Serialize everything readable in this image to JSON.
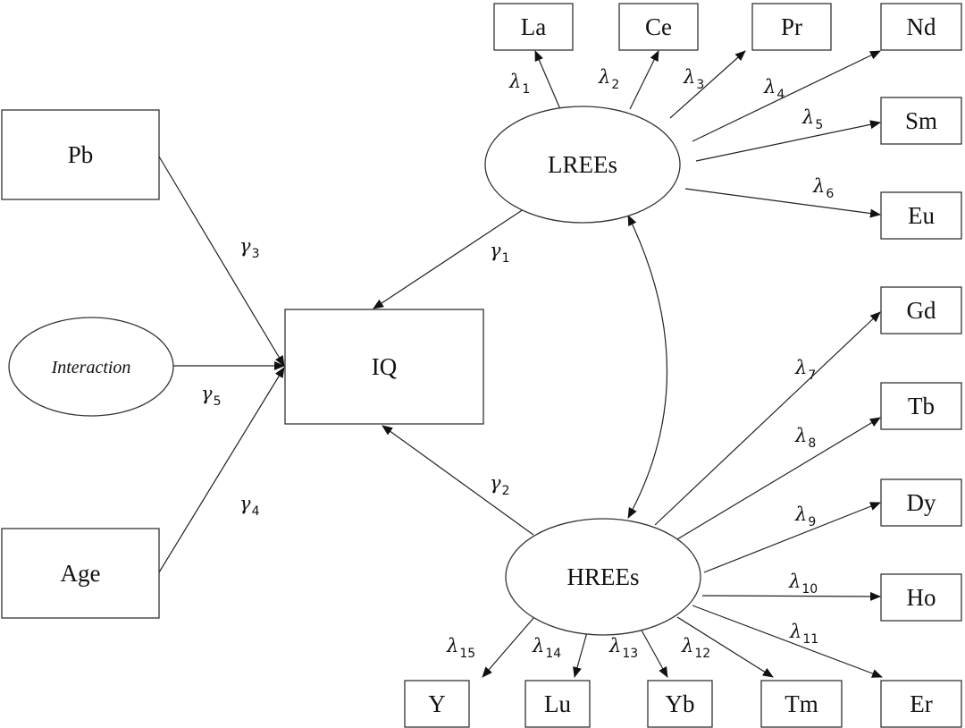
{
  "diagram": {
    "type": "structural equation model path diagram",
    "nodes": {
      "Pb": {
        "label": "Pb",
        "shape": "rectangle"
      },
      "Interaction": {
        "label": "Interaction",
        "shape": "ellipse",
        "italic": true
      },
      "Age": {
        "label": "Age",
        "shape": "rectangle"
      },
      "IQ": {
        "label": "IQ",
        "shape": "rectangle"
      },
      "LREEs": {
        "label": "LREEs",
        "shape": "ellipse"
      },
      "HREEs": {
        "label": "HREEs",
        "shape": "ellipse"
      },
      "La": {
        "label": "La",
        "shape": "rectangle"
      },
      "Ce": {
        "label": "Ce",
        "shape": "rectangle"
      },
      "Pr": {
        "label": "Pr",
        "shape": "rectangle"
      },
      "Nd": {
        "label": "Nd",
        "shape": "rectangle"
      },
      "Sm": {
        "label": "Sm",
        "shape": "rectangle"
      },
      "Eu": {
        "label": "Eu",
        "shape": "rectangle"
      },
      "Gd": {
        "label": "Gd",
        "shape": "rectangle"
      },
      "Tb": {
        "label": "Tb",
        "shape": "rectangle"
      },
      "Dy": {
        "label": "Dy",
        "shape": "rectangle"
      },
      "Ho": {
        "label": "Ho",
        "shape": "rectangle"
      },
      "Er": {
        "label": "Er",
        "shape": "rectangle"
      },
      "Tm": {
        "label": "Tm",
        "shape": "rectangle"
      },
      "Yb": {
        "label": "Yb",
        "shape": "rectangle"
      },
      "Lu": {
        "label": "Lu",
        "shape": "rectangle"
      },
      "Y": {
        "label": "Y",
        "shape": "rectangle"
      }
    },
    "edges": [
      {
        "from": "LREEs",
        "to": "IQ",
        "symbol": "γ",
        "index": "1"
      },
      {
        "from": "HREEs",
        "to": "IQ",
        "symbol": "γ",
        "index": "2"
      },
      {
        "from": "Pb",
        "to": "IQ",
        "symbol": "γ",
        "index": "3"
      },
      {
        "from": "Age",
        "to": "IQ",
        "symbol": "γ",
        "index": "4"
      },
      {
        "from": "Interaction",
        "to": "IQ",
        "symbol": "γ",
        "index": "5"
      },
      {
        "from": "LREEs",
        "to": "La",
        "symbol": "λ",
        "index": "1"
      },
      {
        "from": "LREEs",
        "to": "Ce",
        "symbol": "λ",
        "index": "2"
      },
      {
        "from": "LREEs",
        "to": "Pr",
        "symbol": "λ",
        "index": "3"
      },
      {
        "from": "LREEs",
        "to": "Nd",
        "symbol": "λ",
        "index": "4"
      },
      {
        "from": "LREEs",
        "to": "Sm",
        "symbol": "λ",
        "index": "5"
      },
      {
        "from": "LREEs",
        "to": "Eu",
        "symbol": "λ",
        "index": "6"
      },
      {
        "from": "HREEs",
        "to": "Gd",
        "symbol": "λ",
        "index": "7"
      },
      {
        "from": "HREEs",
        "to": "Tb",
        "symbol": "λ",
        "index": "8"
      },
      {
        "from": "HREEs",
        "to": "Dy",
        "symbol": "λ",
        "index": "9"
      },
      {
        "from": "HREEs",
        "to": "Ho",
        "symbol": "λ",
        "index": "10"
      },
      {
        "from": "HREEs",
        "to": "Er",
        "symbol": "λ",
        "index": "11"
      },
      {
        "from": "HREEs",
        "to": "Tm",
        "symbol": "λ",
        "index": "12"
      },
      {
        "from": "HREEs",
        "to": "Yb",
        "symbol": "λ",
        "index": "13"
      },
      {
        "from": "HREEs",
        "to": "Lu",
        "symbol": "λ",
        "index": "14"
      },
      {
        "from": "HREEs",
        "to": "Y",
        "symbol": "λ",
        "index": "15"
      }
    ],
    "correlations": [
      {
        "between": [
          "LREEs",
          "HREEs"
        ],
        "bidirectional": true
      }
    ]
  }
}
